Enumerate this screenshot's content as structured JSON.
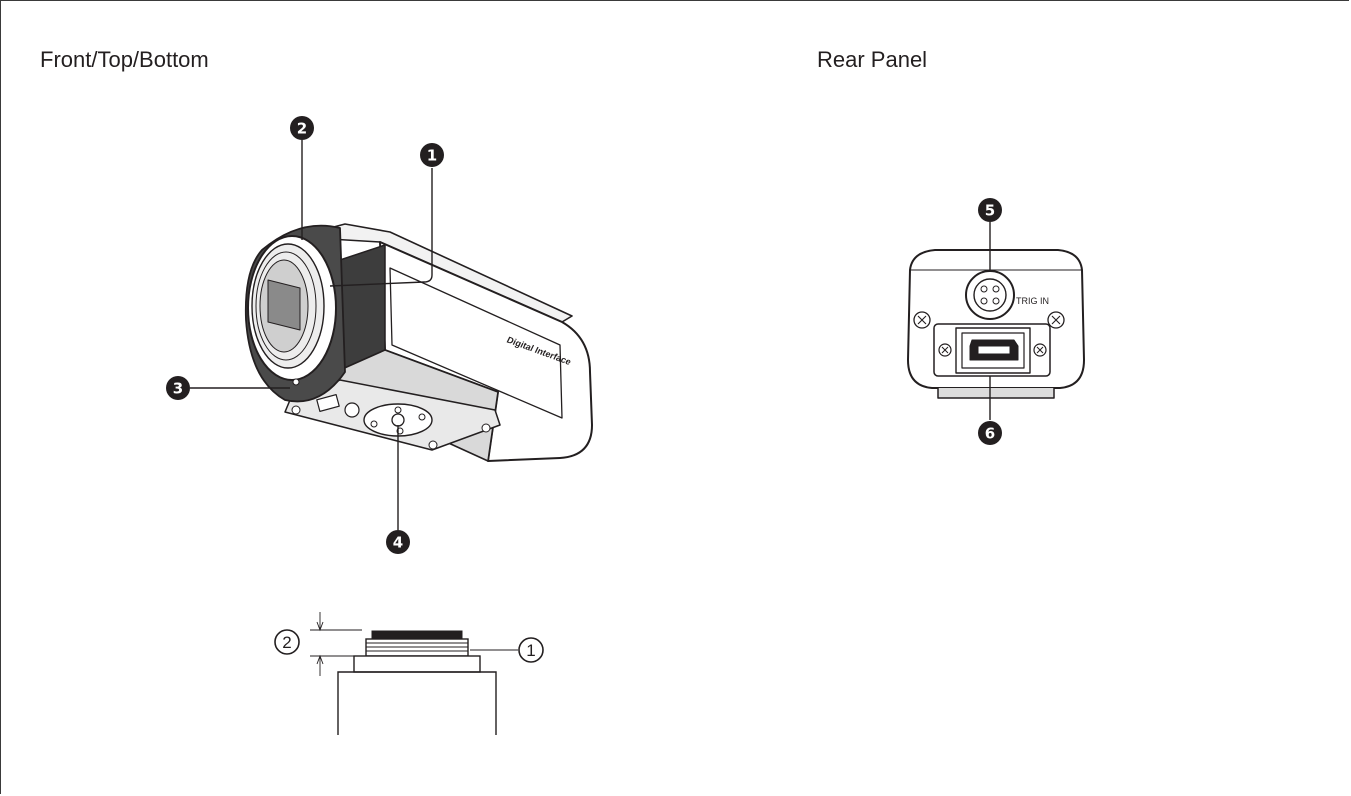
{
  "titles": {
    "front": "Front/Top/Bottom",
    "rear": "Rear Panel"
  },
  "camera_body": {
    "side_label": "Digital Interface"
  },
  "rear_panel": {
    "connector_label": "TRIG IN"
  },
  "callouts": [
    "1",
    "2",
    "3",
    "4",
    "5",
    "6"
  ],
  "mount_detail": {
    "labels": [
      "1",
      "2"
    ]
  },
  "colors": {
    "ink": "#231f20",
    "paper": "#ffffff"
  }
}
